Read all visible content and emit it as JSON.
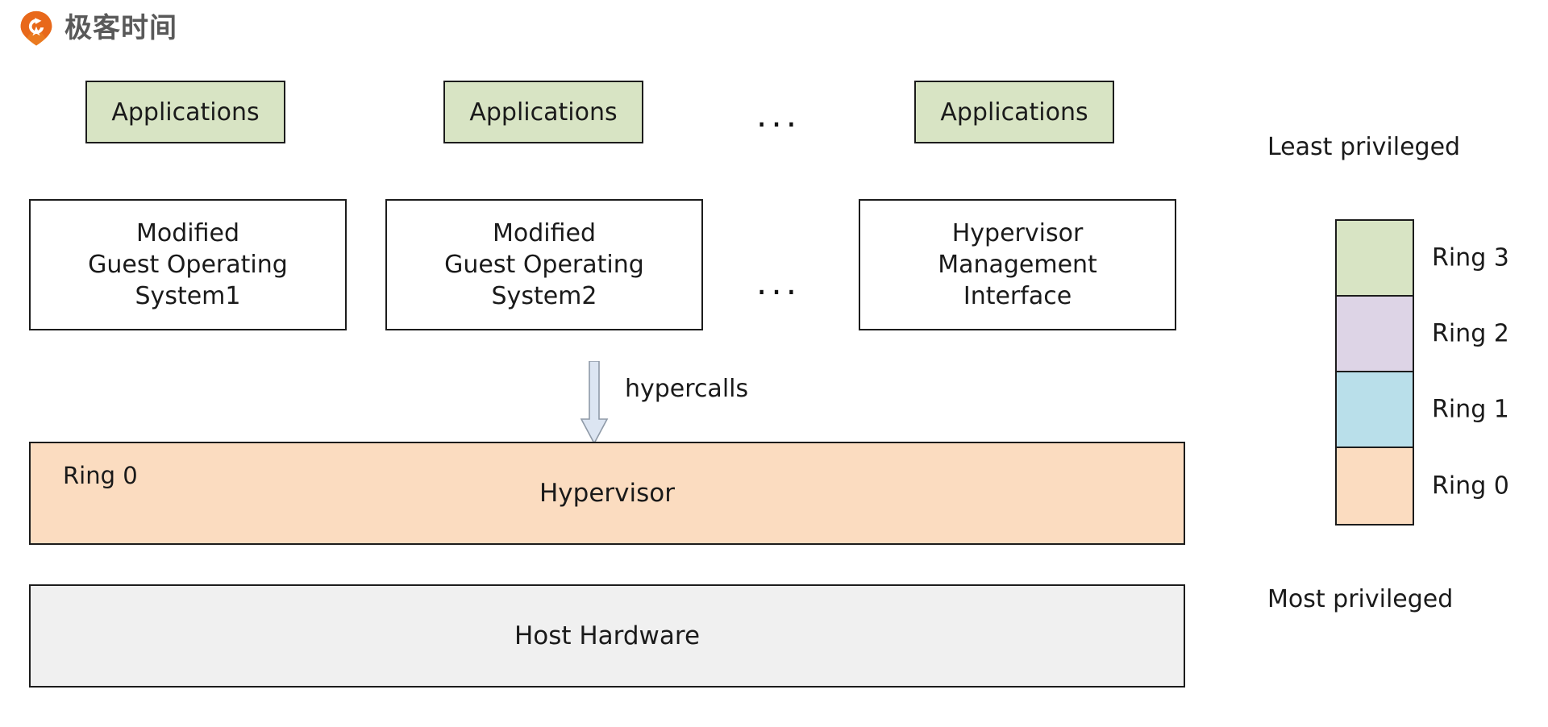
{
  "brand": {
    "wordmark": "极客时间",
    "logo_color": "#e8701a",
    "wordmark_color": "#595959",
    "icon": "geek-time-logo"
  },
  "colors": {
    "ring3": "#d8e4c4",
    "ring2": "#ddd4e6",
    "ring1": "#b9dfea",
    "ring0": "#fbdcc0",
    "hardware": "#f0f0f0",
    "box_border": "#1c1c1c",
    "arrow_fill": "#dce5f2",
    "arrow_stroke": "#8f9aa8"
  },
  "diagram": {
    "applications": [
      {
        "label": "Applications"
      },
      {
        "label": "Applications"
      },
      {
        "label": "Applications"
      }
    ],
    "app_ellipsis": "...",
    "guests": [
      {
        "lines": [
          "Modified",
          "Guest Operating",
          "System1"
        ]
      },
      {
        "lines": [
          "Modified",
          "Guest Operating",
          "System2"
        ]
      },
      {
        "lines": [
          "Hypervisor",
          "Management",
          "Interface"
        ]
      }
    ],
    "guest_ellipsis": "...",
    "hypercalls_label": "hypercalls",
    "hypervisor": {
      "ring_tag": "Ring 0",
      "label": "Hypervisor"
    },
    "host_hardware": {
      "label": "Host Hardware"
    }
  },
  "legend": {
    "top_label": "Least privileged",
    "bottom_label": "Most privileged",
    "rings": [
      {
        "label": "Ring 3",
        "color": "#d8e4c4"
      },
      {
        "label": "Ring 2",
        "color": "#ddd4e6"
      },
      {
        "label": "Ring 1",
        "color": "#b9dfea"
      },
      {
        "label": "Ring 0",
        "color": "#fbdcc0"
      }
    ]
  }
}
